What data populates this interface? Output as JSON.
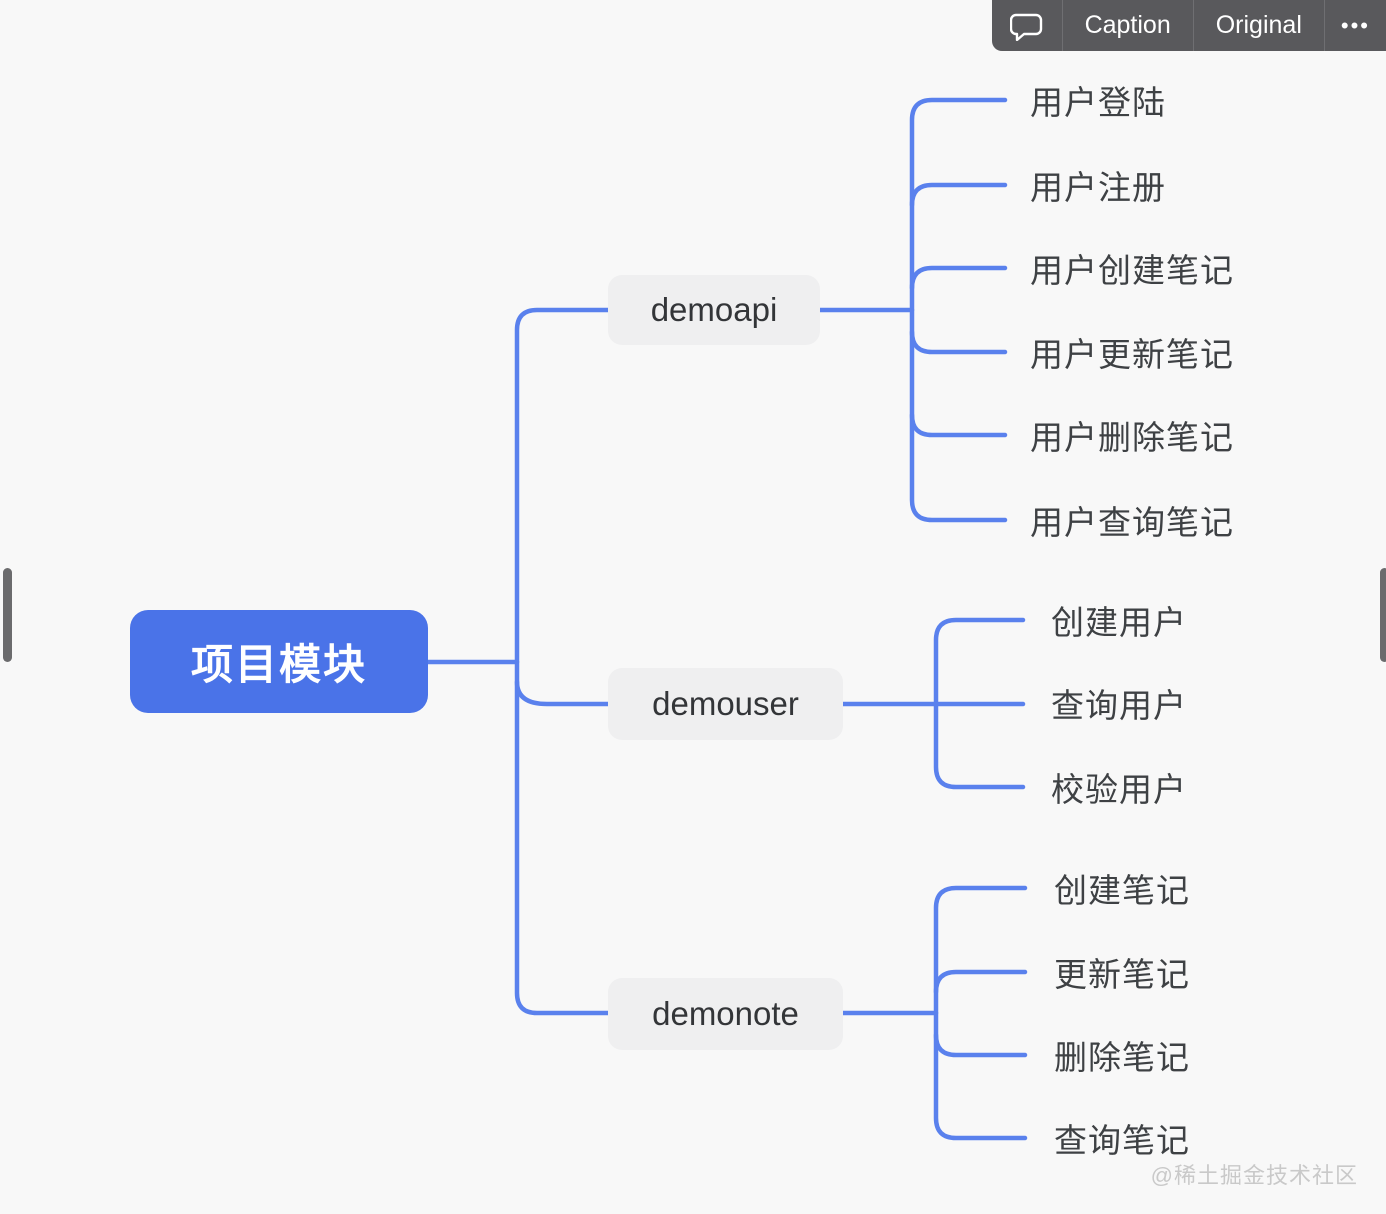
{
  "toolbar": {
    "caption_label": "Caption",
    "original_label": "Original",
    "more_label": "•••",
    "chat_icon": "speech-bubble"
  },
  "mindmap": {
    "root": {
      "label": "项目模块"
    },
    "branches": [
      {
        "label": "demoapi",
        "children": [
          "用户登陆",
          "用户注册",
          "用户创建笔记",
          "用户更新笔记",
          "用户删除笔记",
          "用户查询笔记"
        ]
      },
      {
        "label": "demouser",
        "children": [
          "创建用户",
          "查询用户",
          "校验用户"
        ]
      },
      {
        "label": "demonote",
        "children": [
          "创建笔记",
          "更新笔记",
          "删除笔记",
          "查询笔记"
        ]
      }
    ]
  },
  "watermark": "@稀土掘金技术社区",
  "colors": {
    "root_node_blue": "#4a73e8",
    "connector_blue": "#5a81ed",
    "branch_node_gray": "#efeff0",
    "toolbar_gray": "#59595c",
    "background": "#f8f8f8"
  }
}
